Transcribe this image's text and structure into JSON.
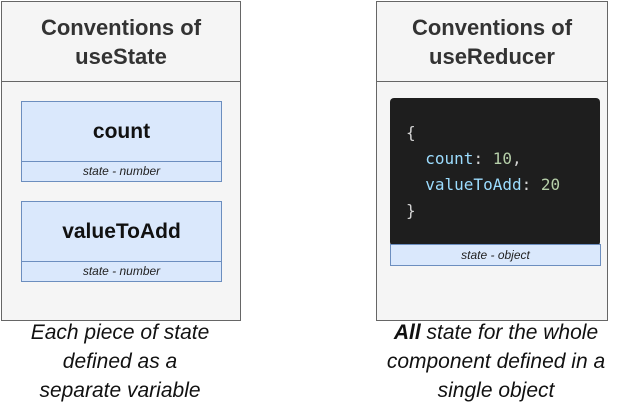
{
  "left_panel": {
    "title_line1": "Conventions of",
    "title_line2": "useState",
    "cards": [
      {
        "name": "count",
        "type": "state - number"
      },
      {
        "name": "valueToAdd",
        "type": "state - number"
      }
    ],
    "caption": {
      "line1": "Each piece of state",
      "line2": "defined as a",
      "line3": "separate variable"
    }
  },
  "right_panel": {
    "title_line1": "Conventions of",
    "title_line2": "useReducer",
    "code": {
      "open_brace": "{",
      "entries": [
        {
          "key": "count",
          "value": "10",
          "trailing": ","
        },
        {
          "key": "valueToAdd",
          "value": "20",
          "trailing": ""
        }
      ],
      "close_brace": "}"
    },
    "object_label": "state - object",
    "caption": {
      "line1_strong": "All",
      "line1_rest": " state for the whole",
      "line2": "component defined in a",
      "line3": "single object"
    }
  },
  "colors": {
    "panel_bg": "#f5f5f5",
    "panel_border": "#666666",
    "card_fill": "#dae8fc",
    "card_border": "#6c8ebf",
    "code_bg": "#1e1e1e",
    "code_key": "#9cdcfe",
    "code_number": "#b5cea8"
  }
}
